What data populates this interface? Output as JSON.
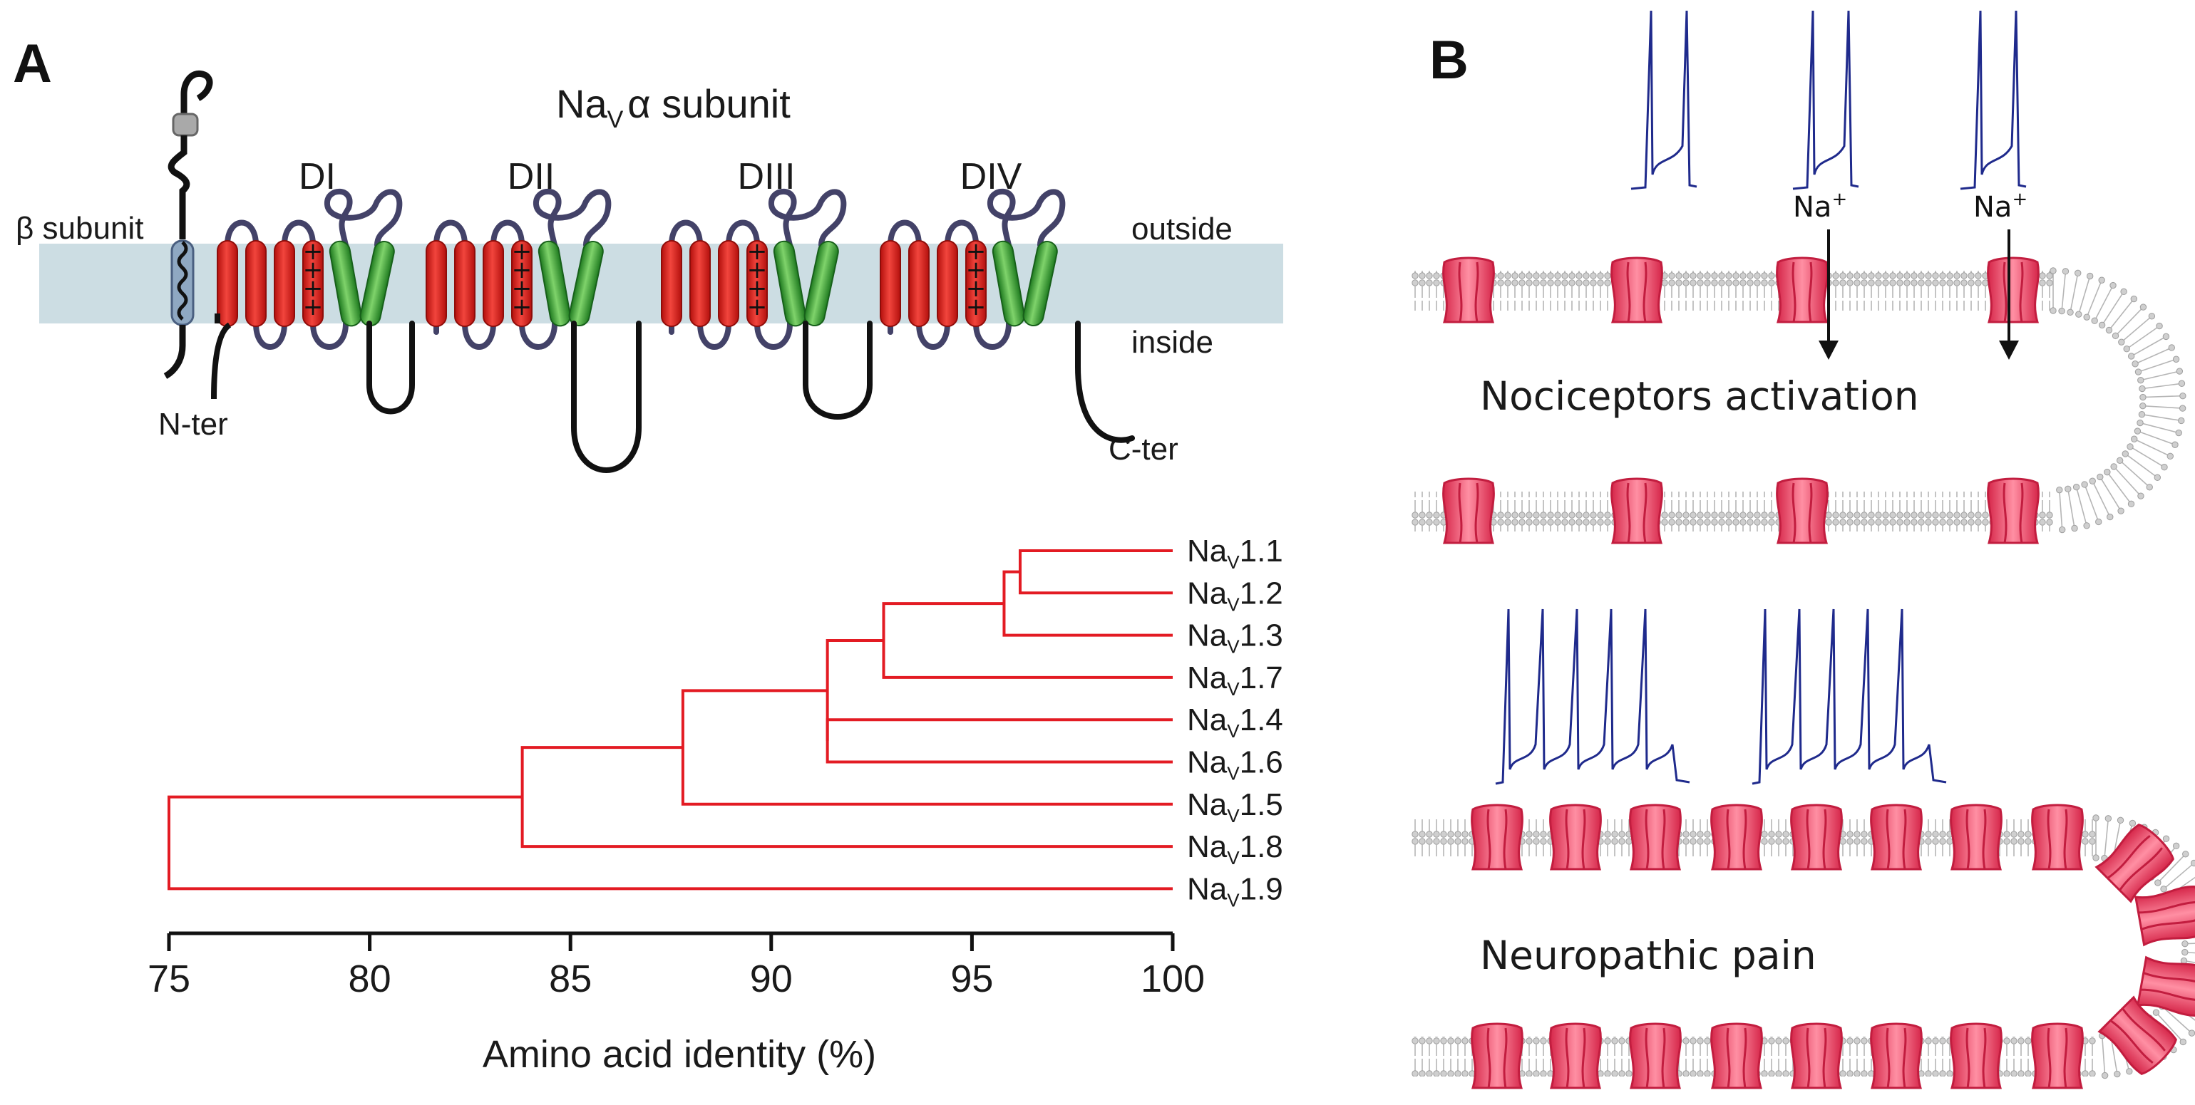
{
  "panel_a": {
    "label": "A",
    "title_main": "Na",
    "title_sub": "V",
    "title_rest": "α subunit",
    "beta_label": "β subunit",
    "outside_label": "outside",
    "inside_label": "inside",
    "nter_label": "N-ter",
    "cter_label": "C-ter",
    "domains": [
      "DI",
      "DII",
      "DIII",
      "DIV"
    ],
    "charge_glyph": "+"
  },
  "dendrogram": {
    "xlabel": "Amino acid identity (%)",
    "xlim": [
      75,
      100
    ],
    "ticks": [
      75,
      80,
      85,
      90,
      95,
      100
    ],
    "leaves": [
      {
        "main": "Na",
        "sub": "V",
        "rest": "1.1"
      },
      {
        "main": "Na",
        "sub": "V",
        "rest": "1.2"
      },
      {
        "main": "Na",
        "sub": "V",
        "rest": "1.3"
      },
      {
        "main": "Na",
        "sub": "V",
        "rest": "1.7"
      },
      {
        "main": "Na",
        "sub": "V",
        "rest": "1.4"
      },
      {
        "main": "Na",
        "sub": "V",
        "rest": "1.6"
      },
      {
        "main": "Na",
        "sub": "V",
        "rest": "1.5"
      },
      {
        "main": "Na",
        "sub": "V",
        "rest": "1.8"
      },
      {
        "main": "Na",
        "sub": "V",
        "rest": "1.9"
      }
    ],
    "merges": [
      {
        "left": 0,
        "right": 1,
        "identity": 96.2
      },
      {
        "left": 9,
        "right": 2,
        "identity": 95.8
      },
      {
        "left": 10,
        "right": 3,
        "identity": 92.8
      },
      {
        "left": 4,
        "right": 5,
        "identity": 91.4
      },
      {
        "left": 11,
        "right": 12,
        "identity": 91.4
      },
      {
        "left": 13,
        "right": 6,
        "identity": 87.8
      },
      {
        "left": 14,
        "right": 7,
        "identity": 83.8
      },
      {
        "left": 15,
        "right": 8,
        "identity": 75.0
      }
    ],
    "line_color": "#e31b23"
  },
  "panel_b": {
    "label": "B",
    "state1": "Nociceptors activation",
    "state2": "Neuropathic pain",
    "ion_label": "Na",
    "ion_sup": "+"
  },
  "colors": {
    "membrane_band": "#ccdde3",
    "s1_s4": "#e8231f",
    "pore": "#3aa639",
    "loop": "#434268",
    "tail": "#111111",
    "trace": "#1f2a8c",
    "channel": "#f04e6a",
    "lipid": "#c9c9c9"
  }
}
